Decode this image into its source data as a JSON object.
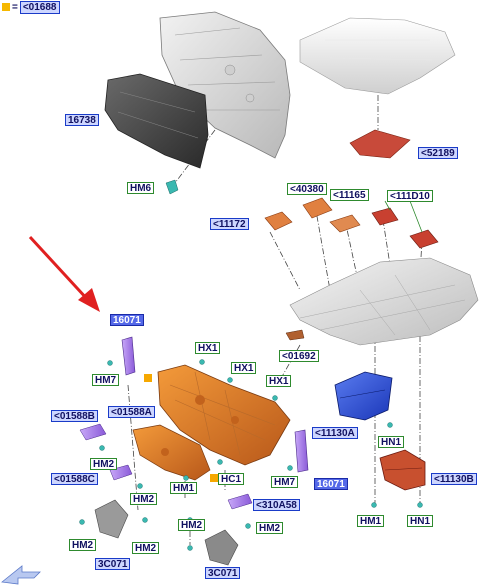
{
  "legend": {
    "equals": "=",
    "label": "<01688"
  },
  "callouts": [
    {
      "id": "c16738",
      "text": "16738",
      "style": "blue"
    },
    {
      "id": "cHM6",
      "text": "HM6",
      "style": "green"
    },
    {
      "id": "c52189",
      "text": "<52189",
      "style": "blue"
    },
    {
      "id": "c40380",
      "text": "<40380",
      "style": "green"
    },
    {
      "id": "c11165",
      "text": "<11165",
      "style": "green"
    },
    {
      "id": "c111D10",
      "text": "<111D10",
      "style": "green"
    },
    {
      "id": "c11172",
      "text": "<11172",
      "style": "blue"
    },
    {
      "id": "c16071a",
      "text": "16071",
      "style": "blue-sel"
    },
    {
      "id": "cHM7a",
      "text": "HM7",
      "style": "green"
    },
    {
      "id": "cHX1a",
      "text": "HX1",
      "style": "green"
    },
    {
      "id": "cHX1b",
      "text": "HX1",
      "style": "green"
    },
    {
      "id": "cHX1c",
      "text": "HX1",
      "style": "green"
    },
    {
      "id": "c01692",
      "text": "<01692",
      "style": "green"
    },
    {
      "id": "c01588B",
      "text": "<01588B",
      "style": "blue"
    },
    {
      "id": "c01588A",
      "text": "<01588A",
      "style": "blue"
    },
    {
      "id": "c11130A",
      "text": "<11130A",
      "style": "blue"
    },
    {
      "id": "cHN1a",
      "text": "HN1",
      "style": "green"
    },
    {
      "id": "cHM2a",
      "text": "HM2",
      "style": "green"
    },
    {
      "id": "c01588C",
      "text": "<01588C",
      "style": "blue"
    },
    {
      "id": "cHC1",
      "text": "HC1",
      "style": "green"
    },
    {
      "id": "cHM7b",
      "text": "HM7",
      "style": "green"
    },
    {
      "id": "c16071b",
      "text": "16071",
      "style": "blue-sel"
    },
    {
      "id": "c11130B",
      "text": "<11130B",
      "style": "blue"
    },
    {
      "id": "cHM1a",
      "text": "HM1",
      "style": "green"
    },
    {
      "id": "cHM2b",
      "text": "HM2",
      "style": "green"
    },
    {
      "id": "c310A58",
      "text": "<310A58",
      "style": "blue"
    },
    {
      "id": "cHM1b",
      "text": "HM1",
      "style": "green"
    },
    {
      "id": "cHN1b",
      "text": "HN1",
      "style": "green"
    },
    {
      "id": "cHM2c",
      "text": "HM2",
      "style": "green"
    },
    {
      "id": "cHM2d",
      "text": "HM2",
      "style": "green"
    },
    {
      "id": "cHM2e",
      "text": "HM2",
      "style": "green"
    },
    {
      "id": "c3C071a",
      "text": "3C071",
      "style": "blue"
    },
    {
      "id": "c3C071b",
      "text": "3C071",
      "style": "blue"
    }
  ],
  "colors": {
    "callout_blue_fill": "#cdd6ff",
    "callout_blue_border": "#1a3bc8",
    "callout_green_border": "#2e8a2e",
    "arrow_red": "#e02020",
    "part_orange": "#e07a20",
    "part_blue": "#2a50d8",
    "part_purple": "#a070e0",
    "part_red": "#c04030",
    "part_gray": "#d8d8d8"
  }
}
